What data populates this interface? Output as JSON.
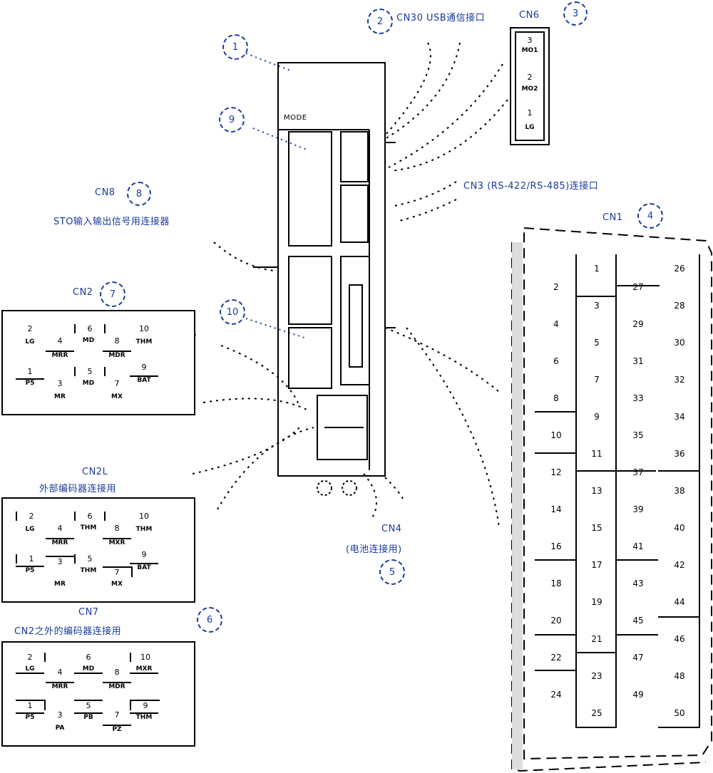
{
  "title": "Servo amplifier connector layout",
  "callouts": [
    {
      "id": "c1",
      "label": "1"
    },
    {
      "id": "c2",
      "label": "2"
    },
    {
      "id": "c3",
      "label": "3"
    },
    {
      "id": "c4",
      "label": "4"
    },
    {
      "id": "c5",
      "label": "5"
    },
    {
      "id": "c6",
      "label": "6"
    },
    {
      "id": "c7",
      "label": "7"
    },
    {
      "id": "c8",
      "label": "8"
    },
    {
      "id": "c9",
      "label": "9"
    },
    {
      "id": "c10",
      "label": "10"
    }
  ],
  "labels": {
    "top_cn": "CN30 USB通信接口",
    "cn6": "CN6",
    "cn3": "CN3 (RS-422/RS-485)连接口",
    "cn1": "CN1",
    "cn8_title": "CN8",
    "cn8_desc": "STO输入输出信号用连接器",
    "cn2": "CN2",
    "cn2l_title": "CN2L",
    "cn2l_desc": "外部编码器连接用",
    "cn4_title": "CN4",
    "cn4_desc": "(电池连接用)",
    "cn7_title": "CN7",
    "cn7_desc": "CN2之外的编码器连接用",
    "body_label": "MODE"
  },
  "cn6_pins": [
    {
      "num": "3",
      "sig": "MO1"
    },
    {
      "num": "2",
      "sig": "MO2"
    },
    {
      "num": "1",
      "sig": "LG"
    }
  ],
  "cn2_pins": [
    {
      "num": "2",
      "sig": "LG"
    },
    {
      "num": "4",
      "sig": "MRR"
    },
    {
      "num": "6",
      "sig": "MD"
    },
    {
      "num": "8",
      "sig": "MDR"
    },
    {
      "num": "10",
      "sig": "THM"
    },
    {
      "num": "1",
      "sig": "P5"
    },
    {
      "num": "3",
      "sig": "MR"
    },
    {
      "num": "5",
      "sig": "MD"
    },
    {
      "num": "7",
      "sig": "MX"
    },
    {
      "num": "9",
      "sig": "BAT"
    }
  ],
  "cn2l_pins": [
    {
      "num": "2",
      "sig": "LG"
    },
    {
      "num": "4",
      "sig": "MRR"
    },
    {
      "num": "6",
      "sig": "THM"
    },
    {
      "num": "8",
      "sig": "MXR"
    },
    {
      "num": "10",
      "sig": "THM"
    },
    {
      "num": "1",
      "sig": "P5"
    },
    {
      "num": "3",
      "sig": "MR"
    },
    {
      "num": "5",
      "sig": "THM"
    },
    {
      "num": "7",
      "sig": "MX"
    },
    {
      "num": "9",
      "sig": "BAT"
    }
  ],
  "cn7_pins": [
    {
      "num": "2",
      "sig": "LG"
    },
    {
      "num": "4",
      "sig": "MRR"
    },
    {
      "num": "6",
      "sig": "MD"
    },
    {
      "num": "8",
      "sig": "MDR"
    },
    {
      "num": "10",
      "sig": "MXR"
    },
    {
      "num": "1",
      "sig": "P5"
    },
    {
      "num": "3",
      "sig": "PA"
    },
    {
      "num": "5",
      "sig": "PB"
    },
    {
      "num": "7",
      "sig": "PZ"
    },
    {
      "num": "9",
      "sig": "THM"
    }
  ],
  "cn1_columns": [
    [
      "2",
      "4",
      "6",
      "8",
      "10",
      "12",
      "14",
      "16",
      "18",
      "20",
      "22",
      "24"
    ],
    [
      "1",
      "3",
      "5",
      "7",
      "9",
      "11",
      "13",
      "15",
      "17",
      "19",
      "21",
      "23",
      "25"
    ],
    [
      "27",
      "29",
      "31",
      "33",
      "35",
      "37",
      "39",
      "41",
      "43",
      "45",
      "47",
      "49"
    ],
    [
      "26",
      "28",
      "30",
      "32",
      "34",
      "36",
      "38",
      "40",
      "42",
      "44",
      "46",
      "48",
      "50"
    ]
  ]
}
